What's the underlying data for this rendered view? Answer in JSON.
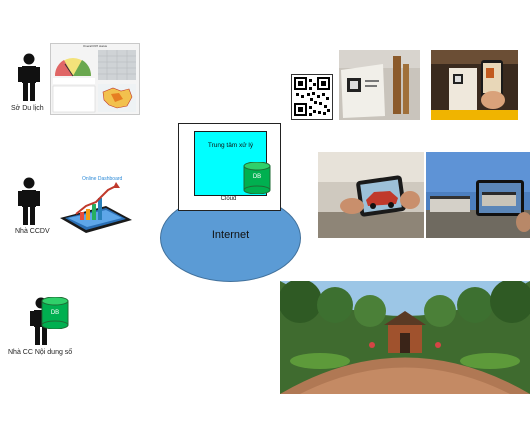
{
  "actors": [
    {
      "label": "Sở Du lịch"
    },
    {
      "label": "Nhà CCDV"
    },
    {
      "label": "Nhà CC Nội dung số"
    }
  ],
  "dashboard": {
    "title": "Overall KPI status",
    "subtitle": "Online Dashboard"
  },
  "center": {
    "processing": "Trung tâm xử lý",
    "db": "DB",
    "cloud": "Cloud",
    "internet": "Internet"
  },
  "provider_db": "DB",
  "colors": {
    "internet": "#5b9bd5",
    "processing": "#00ffff",
    "db": "#00b050"
  },
  "icons": [
    "person-icon",
    "database-icon",
    "qr-code-icon",
    "tablet-icon"
  ]
}
